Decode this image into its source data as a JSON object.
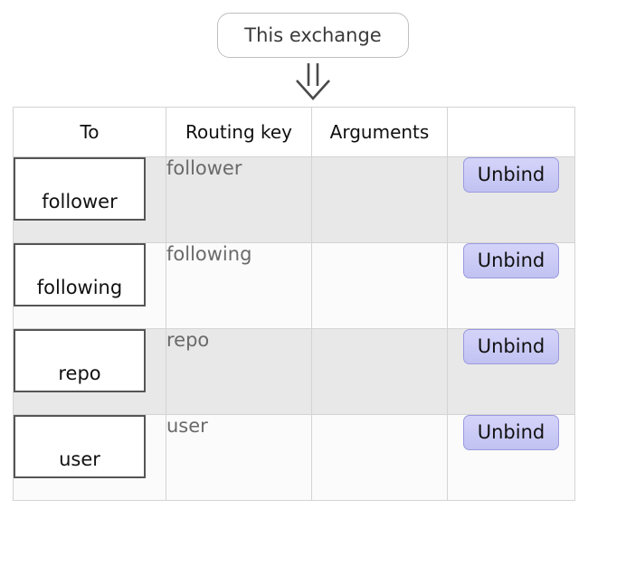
{
  "topology": {
    "exchange_label": "This exchange",
    "arrow_icon": "double-down-arrow-icon"
  },
  "colors": {
    "table_border": "#d4d4d4",
    "row_odd_background": "#e8e8e8",
    "row_even_background": "#fbfbfb",
    "queue_box_border": "#555555",
    "unbind_button_fill": "#c9c9f3",
    "unbind_button_border": "#9a9ae0",
    "exchange_border": "#bfbfbf",
    "routing_key_text": "#6a6a6a"
  },
  "bindings_table": {
    "headers": [
      "To",
      "Routing key",
      "Arguments",
      ""
    ],
    "rows": [
      {
        "to": "follower",
        "routing_key": "follower",
        "arguments": "",
        "action_label": "Unbind"
      },
      {
        "to": "following",
        "routing_key": "following",
        "arguments": "",
        "action_label": "Unbind"
      },
      {
        "to": "repo",
        "routing_key": "repo",
        "arguments": "",
        "action_label": "Unbind"
      },
      {
        "to": "user",
        "routing_key": "user",
        "arguments": "",
        "action_label": "Unbind"
      }
    ]
  }
}
